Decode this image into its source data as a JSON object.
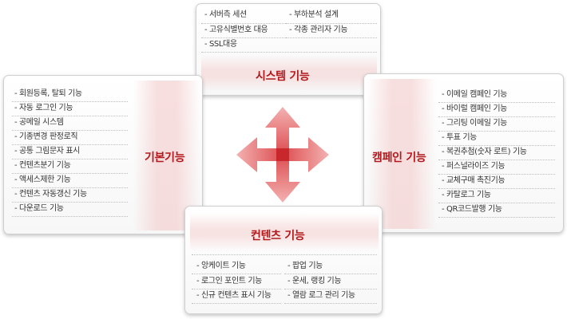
{
  "top": {
    "title": "시스템 기능",
    "left_items": [
      "- 서버측 세션",
      "- 고유식별번호 대응",
      "- SSL대응"
    ],
    "right_items": [
      "- 부하분석 설계",
      "- 각종 관리자 기능"
    ]
  },
  "left": {
    "title": "기본기능",
    "items": [
      "- 회원등록, 탈퇴 기능",
      "- 자동 로그인 기능",
      "- 공메일 시스템",
      "- 기종변경 판정로직",
      "- 공통 그림문자 표시",
      "- 컨텐츠분기 기능",
      "- 액세스제한 기능",
      "- 컨텐츠 자동갱신 기능",
      "- 다운로드 기능"
    ]
  },
  "right": {
    "title": "캠페인 기능",
    "items": [
      "- 이메일 캠페인 기능",
      "- 바이럴 캠페인 기능",
      "- 그리팅 이메일 기능",
      "- 투표 기능",
      "- 복권추첨(숫자 로트) 기능",
      "- 퍼스널라이즈 기능",
      "- 교체구매 촉진기능",
      "- 카탈로그 기능",
      "- QR코드발행 기능"
    ]
  },
  "bottom": {
    "title": "컨텐츠 기능",
    "left_items": [
      "- 앙케이트 기능",
      "- 로그인 포인트 기능",
      "- 신규 컨텐츠 표시 기능"
    ],
    "right_items": [
      "- 팝업 기능",
      "- 운세, 랭킹 기능",
      "- 열람 로그 관리 기능"
    ]
  },
  "center": {
    "icon": "four-way-arrow-icon",
    "color": "#d9393c"
  }
}
